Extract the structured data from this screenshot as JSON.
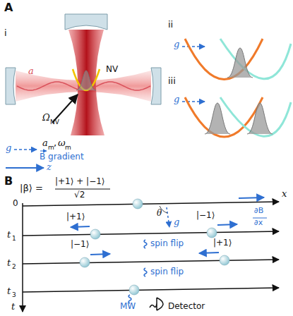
{
  "diagram": {
    "labels": [
      "A",
      "i",
      "a",
      "NV",
      "Ω",
      "NV",
      "a",
      "m",
      ",",
      "ω",
      "m",
      "g",
      "B gradient",
      "z",
      "ii",
      "g",
      "iii",
      "g",
      "B",
      "|β⟩ =",
      "|+1⟩ + |−1⟩",
      "√2",
      "0",
      "x",
      "θ",
      "g",
      "∂B",
      "∂x",
      "t",
      "1",
      "t",
      "2",
      "t",
      "3",
      "t",
      "|+1⟩",
      "|−1⟩",
      "spin flip",
      "|−1⟩",
      "|+1⟩",
      "spin flip",
      "MW",
      "Detector"
    ]
  }
}
